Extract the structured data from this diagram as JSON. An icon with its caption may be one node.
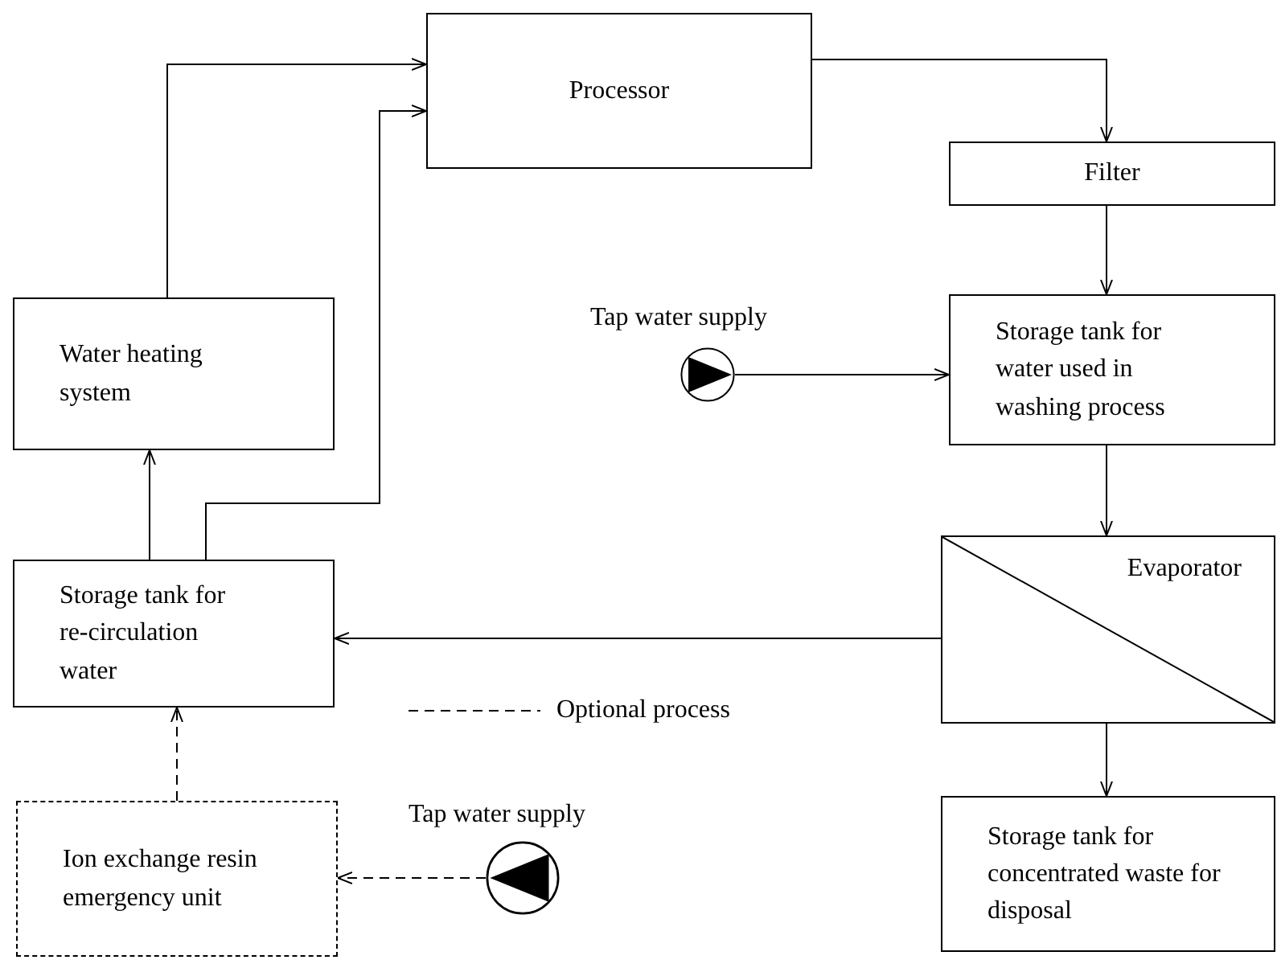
{
  "diagram": {
    "nodes": [
      {
        "text": [
          "Processor"
        ]
      },
      {
        "text": [
          "Filter"
        ]
      },
      {
        "text": [
          "Water heating system"
        ]
      },
      {
        "text": [],
        "shape": "circle",
        "beside": [
          "Tap water supply"
        ]
      },
      {
        "text": [
          "Storage tank for water used in washing process"
        ]
      },
      {
        "text": [
          "Storage tank for re-circulation water"
        ]
      },
      {
        "text": [
          "Evaporator"
        ]
      },
      {
        "text": [
          "Ion exchange resin emergency unit"
        ]
      },
      {
        "text": [],
        "shape": "circle",
        "beside": [
          "Tap water supply"
        ]
      },
      {
        "text": [
          "Storage tank for concentrated waste for disposal"
        ]
      }
    ],
    "edges": [
      {
        "from": 2,
        "to": 0,
        "arrow": "to"
      },
      {
        "from": 5,
        "to": 0,
        "arrow": "to"
      },
      {
        "from": 5,
        "to": 2,
        "arrow": "to"
      },
      {
        "from": 0,
        "to": 1,
        "arrow": "to"
      },
      {
        "from": 1,
        "to": 4,
        "arrow": "to"
      },
      {
        "from": 3,
        "to": 4,
        "arrow": "to"
      },
      {
        "from": 4,
        "to": 6,
        "arrow": "to"
      },
      {
        "from": 6,
        "to": 5,
        "arrow": "to"
      },
      {
        "from": 6,
        "to": 9,
        "arrow": "to"
      },
      {
        "from": 7,
        "to": 5,
        "arrow": "to",
        "style": "dashed"
      },
      {
        "from": 8,
        "to": 7,
        "arrow": "to",
        "style": "dashed"
      }
    ],
    "legend": [
      {
        "text": "Optional process"
      }
    ]
  }
}
